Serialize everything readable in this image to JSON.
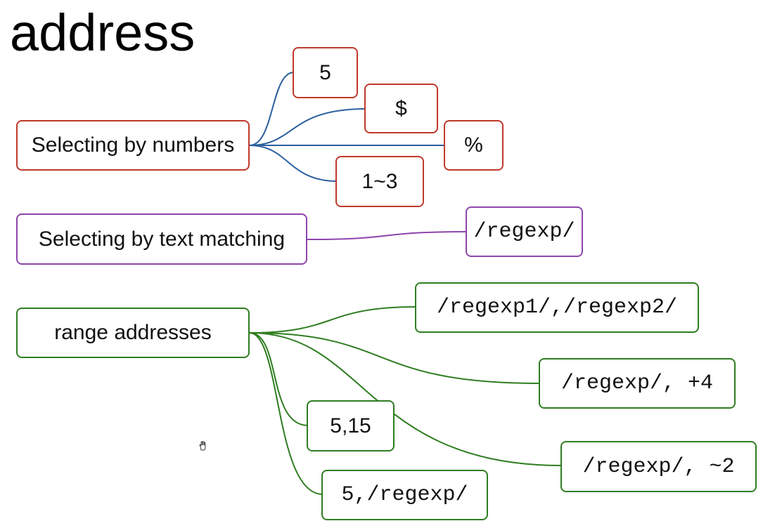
{
  "title": "address",
  "groups": {
    "numbers": {
      "label": "Selecting by numbers",
      "color": "#c0392b",
      "edge_color": "#2b5f9e",
      "children": [
        "5",
        "$",
        "%",
        "1~3"
      ]
    },
    "text": {
      "label": "Selecting by text matching",
      "color": "#8e44ad",
      "edge_color": "#8e44ad",
      "children": [
        "/regexp/"
      ]
    },
    "range": {
      "label": "range addresses",
      "color": "#2e7d20",
      "edge_color": "#2e7d20",
      "children": [
        "/regexp1/,/regexp2/",
        "/regexp/, +4",
        "5,15",
        "/regexp/, ~2",
        "5,/regexp/"
      ]
    }
  },
  "cursor_icon": "hand-cursor-icon"
}
